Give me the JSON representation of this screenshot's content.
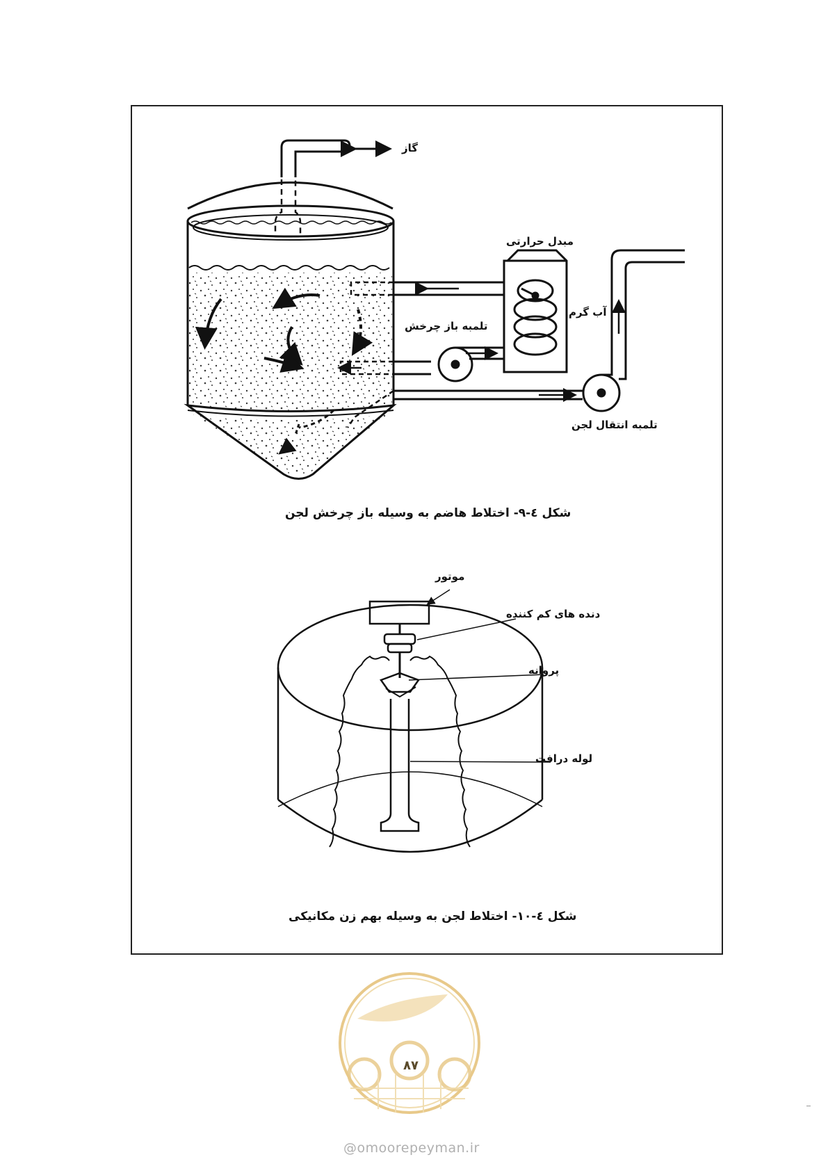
{
  "figure1": {
    "labels": {
      "gas": "گاز",
      "heat_exchanger": "مبدل حرارتی",
      "hot_water": "آب گرم",
      "recirculation_pump": "تلمبه باز چرخش",
      "sludge_transfer_pump": "تلمبه انتقال لجن"
    },
    "caption": "شکل ٤-٩- اختلاط هاضم به وسیله باز  چرخش لجن"
  },
  "figure2": {
    "labels": {
      "motor": "موتور",
      "reduction_gears": "دنده های کم کننده",
      "propeller": "پروانه",
      "draft_tube": "لوله درافت"
    },
    "caption": "شکل ٤-١٠- اختلاط لجن به وسیله بهم زن مکانیکی"
  },
  "footer": {
    "page_number": "٨٧",
    "website": "@omoorepeyman.ir"
  },
  "colors": {
    "ink": "#111111",
    "watermark": "#e8c98a",
    "website": "#b0b0b0"
  }
}
